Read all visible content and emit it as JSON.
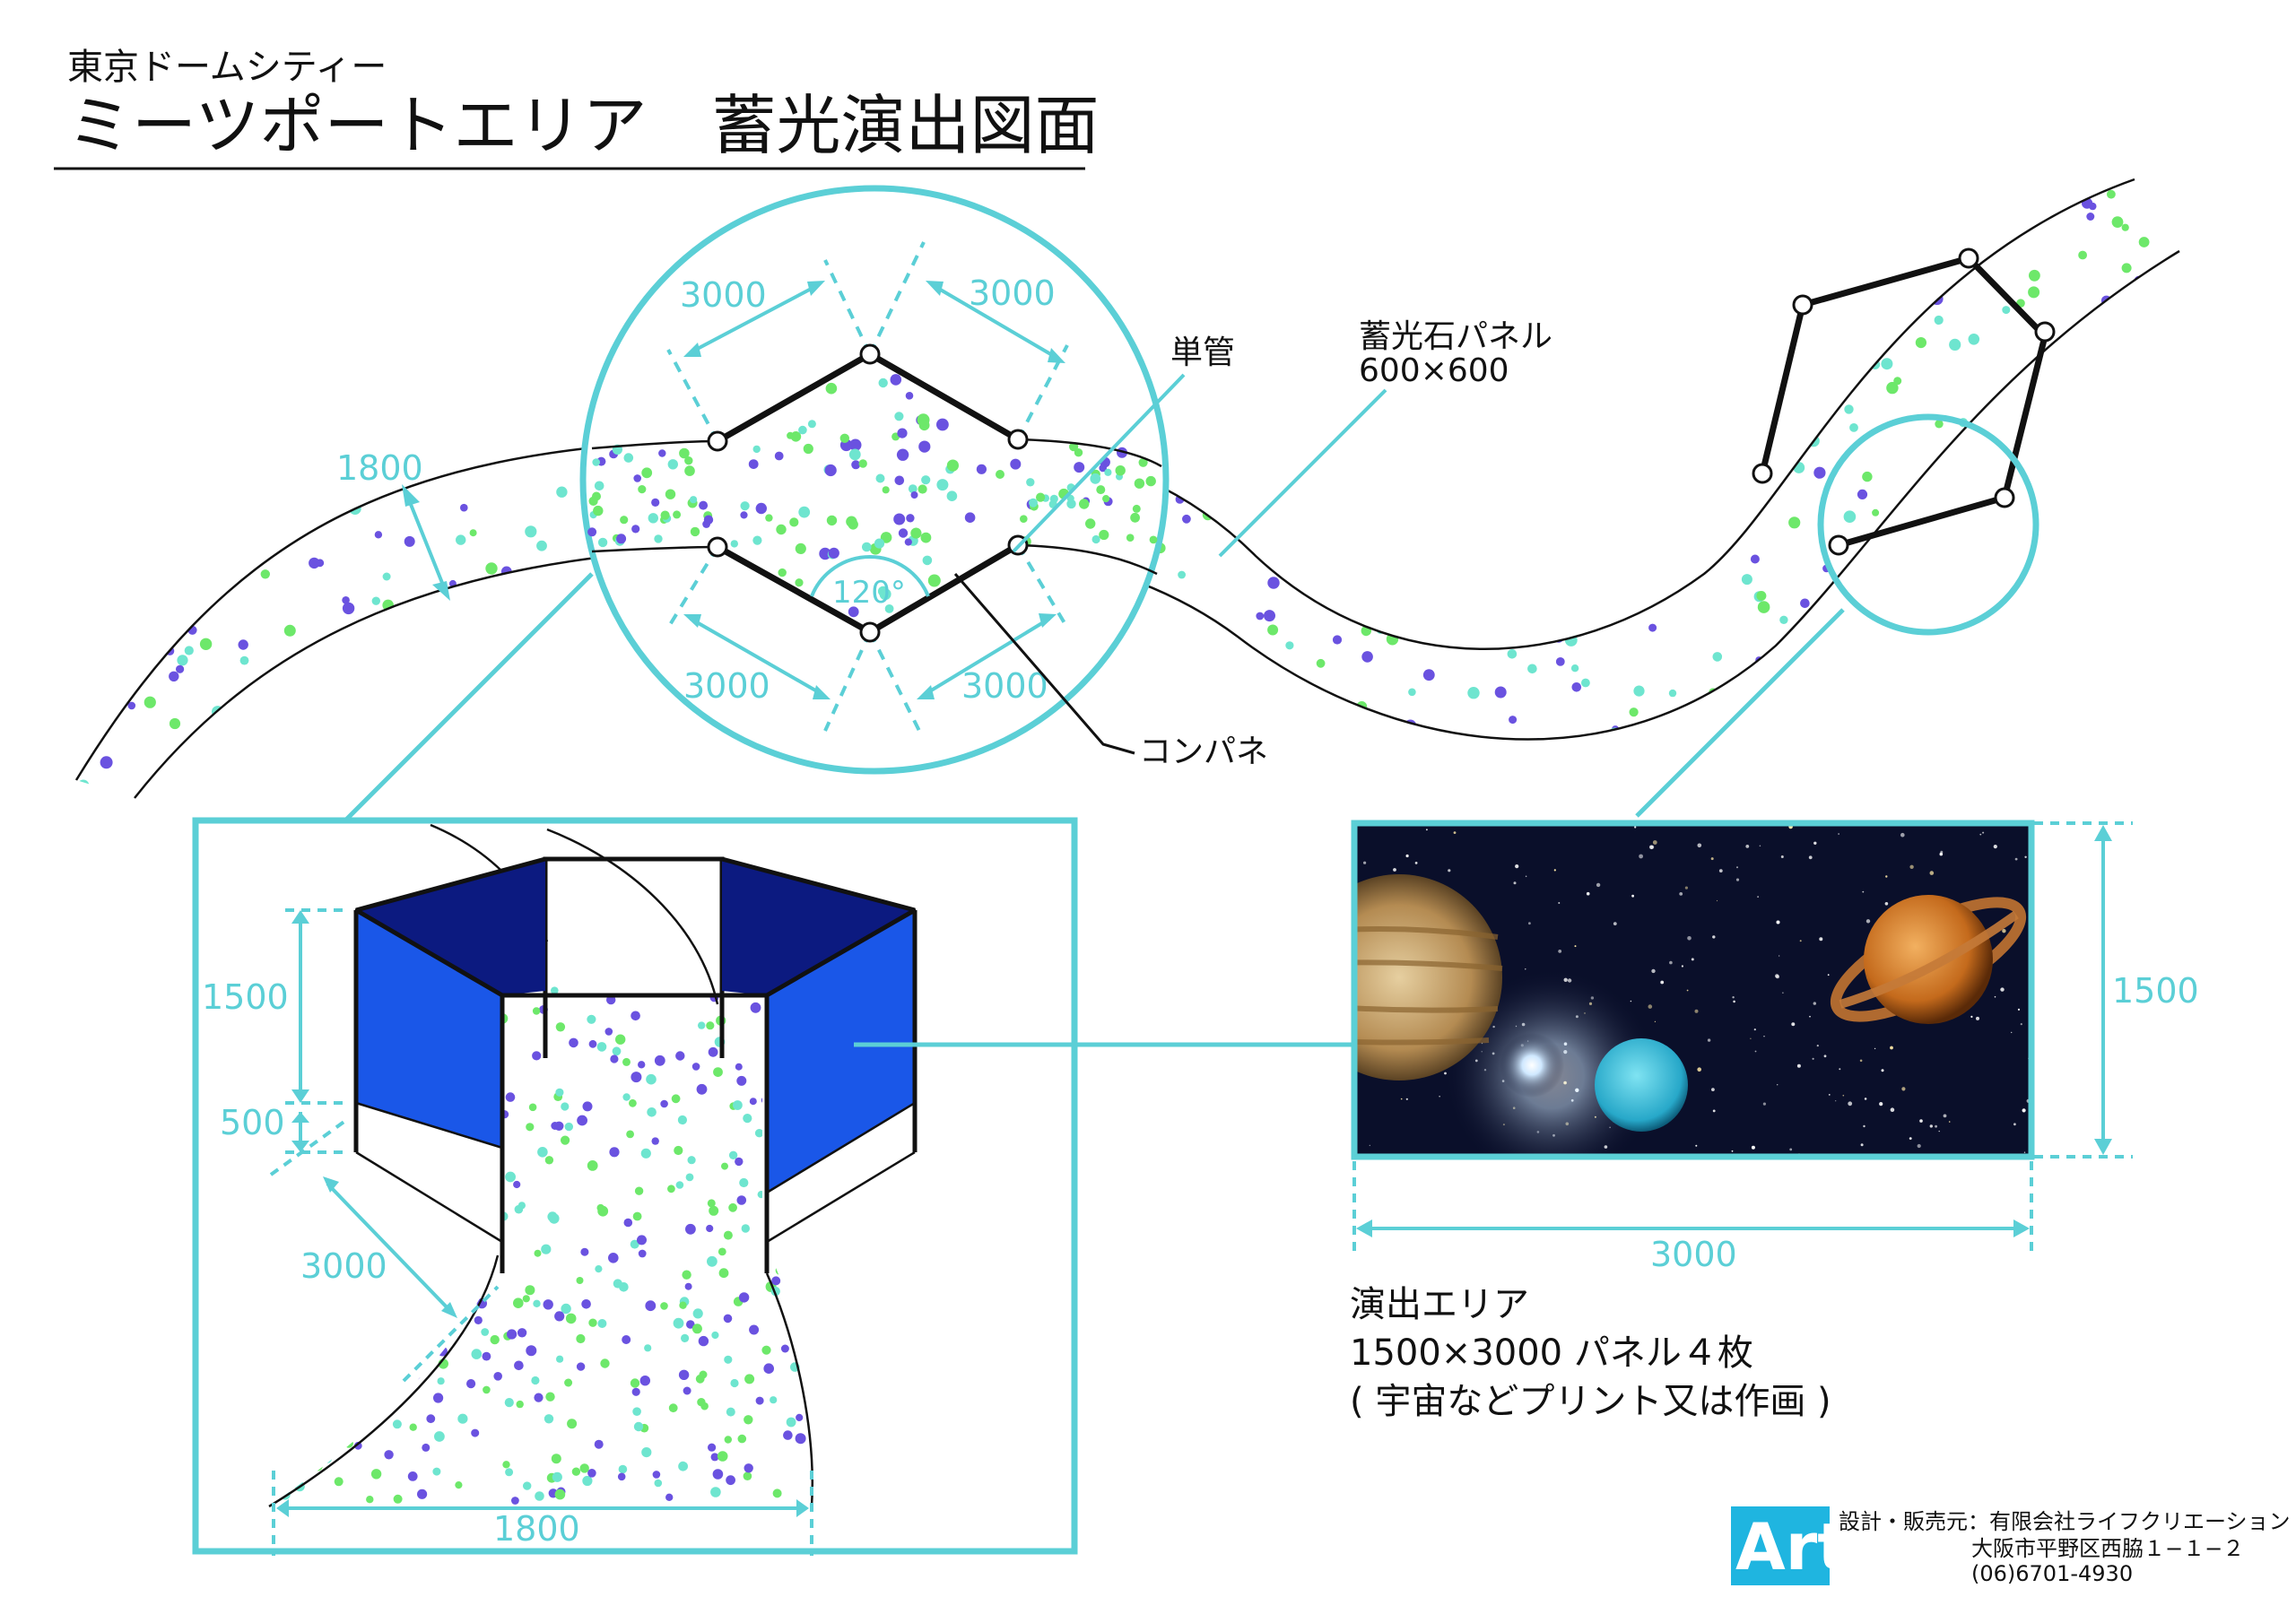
{
  "header": {
    "subtitle": "東京ドームシティー",
    "title": "ミーツポートエリア　蓄光演出図面"
  },
  "detail_circle": {
    "dim_top_left": "3000",
    "dim_top_right": "3000",
    "dim_bottom_left": "3000",
    "dim_bottom_right": "3000",
    "angle": "120°"
  },
  "path_width": "1800",
  "callouts": {
    "single_pipe": "単管",
    "panel_line1": "蓄光石パネル",
    "panel_line2": "600×600",
    "compane": "コンパネ"
  },
  "box3d": {
    "dim_1500": "1500",
    "dim_500": "500",
    "dim_3000": "3000",
    "dim_1800": "1800"
  },
  "space_panel": {
    "height": "1500",
    "width": "3000",
    "colors": {
      "sky": "#0a0f2a"
    }
  },
  "description": {
    "line1": "演出エリア",
    "line2": "1500×3000 パネル４枚",
    "line3": "( 宇宙などプリント又は作画 )"
  },
  "footer": {
    "logo_text": "Art",
    "company": "設計・販売元：有限会社ライフクリエーション",
    "address": "大阪市平野区西脇１−１−２",
    "phone": "(06)6701-4930"
  },
  "colors": {
    "accent": "#5bcfd6",
    "dot_purple": "#6a52e0",
    "dot_green": "#6de86a",
    "dot_cyan": "#6ee5cf",
    "panel_blue": "#1a57e8",
    "panel_dark": "#0c1a80"
  }
}
